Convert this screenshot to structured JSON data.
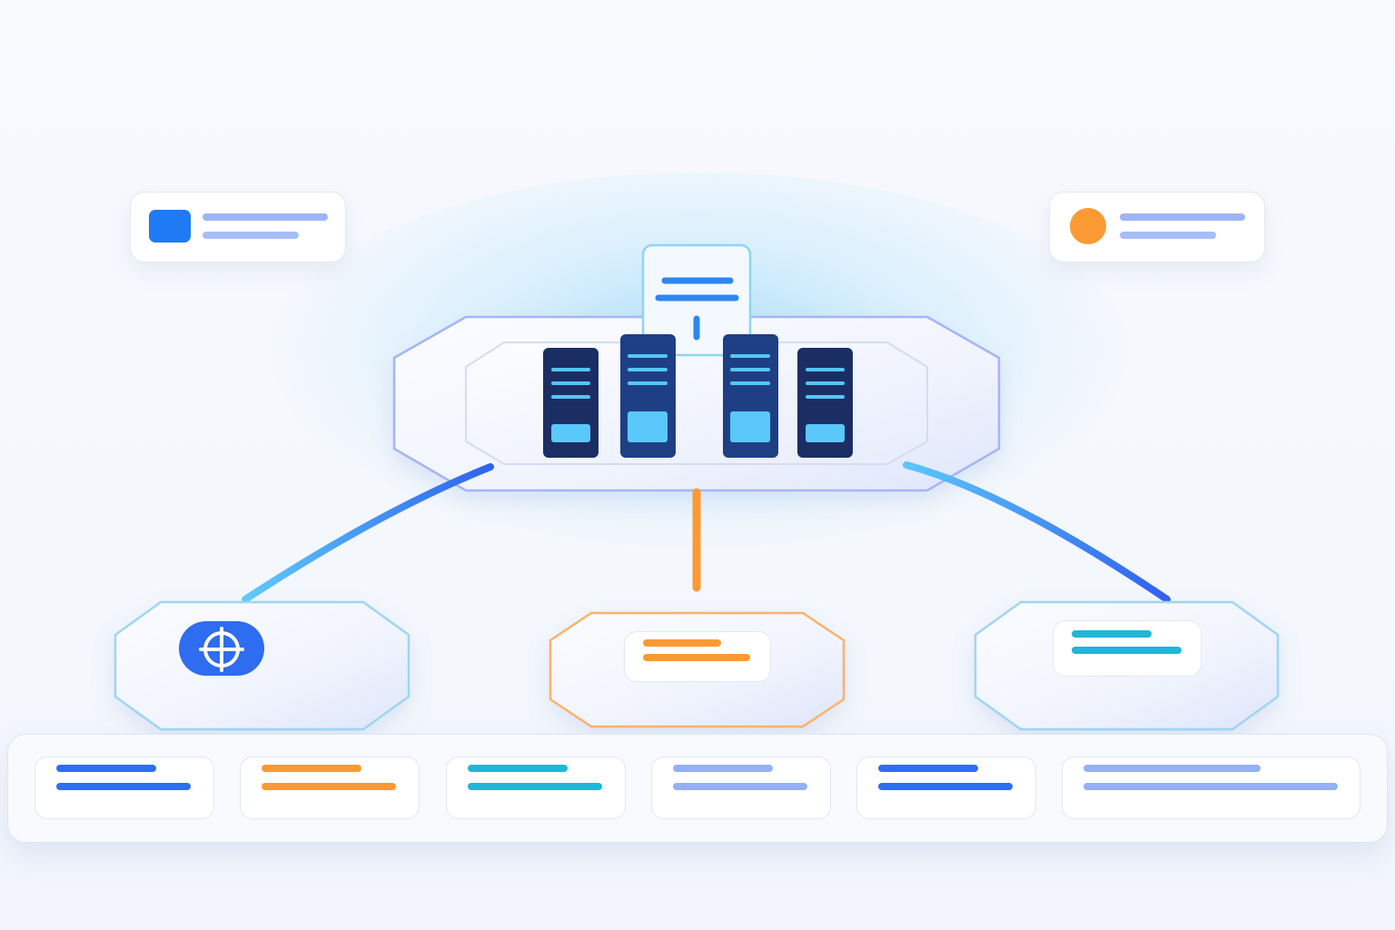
{
  "colors": {
    "background": "#f4f7fc",
    "blue": "#2f6ef2",
    "light_blue": "#5bc6fb",
    "orange": "#fb9a35",
    "teal": "#1eb7d9",
    "periwinkle": "#94b1f5",
    "navy": "#1a2f66",
    "octagon_border_main": "#a5b5f5",
    "octagon_border_side": "#9fd6f0",
    "octagon_border_orange": "#fbb26b"
  },
  "icons": {
    "top_left_card": "blue-square-icon",
    "top_right_card": "orange-circle-icon",
    "hub_document": "document-icon",
    "hub_servers": "server-rack-icon",
    "left_node": "crosshair-icon"
  },
  "bottom_strip": {
    "card_accents": [
      "blue",
      "orange",
      "teal",
      "periwinkle",
      "blue",
      "periwinkle"
    ]
  }
}
